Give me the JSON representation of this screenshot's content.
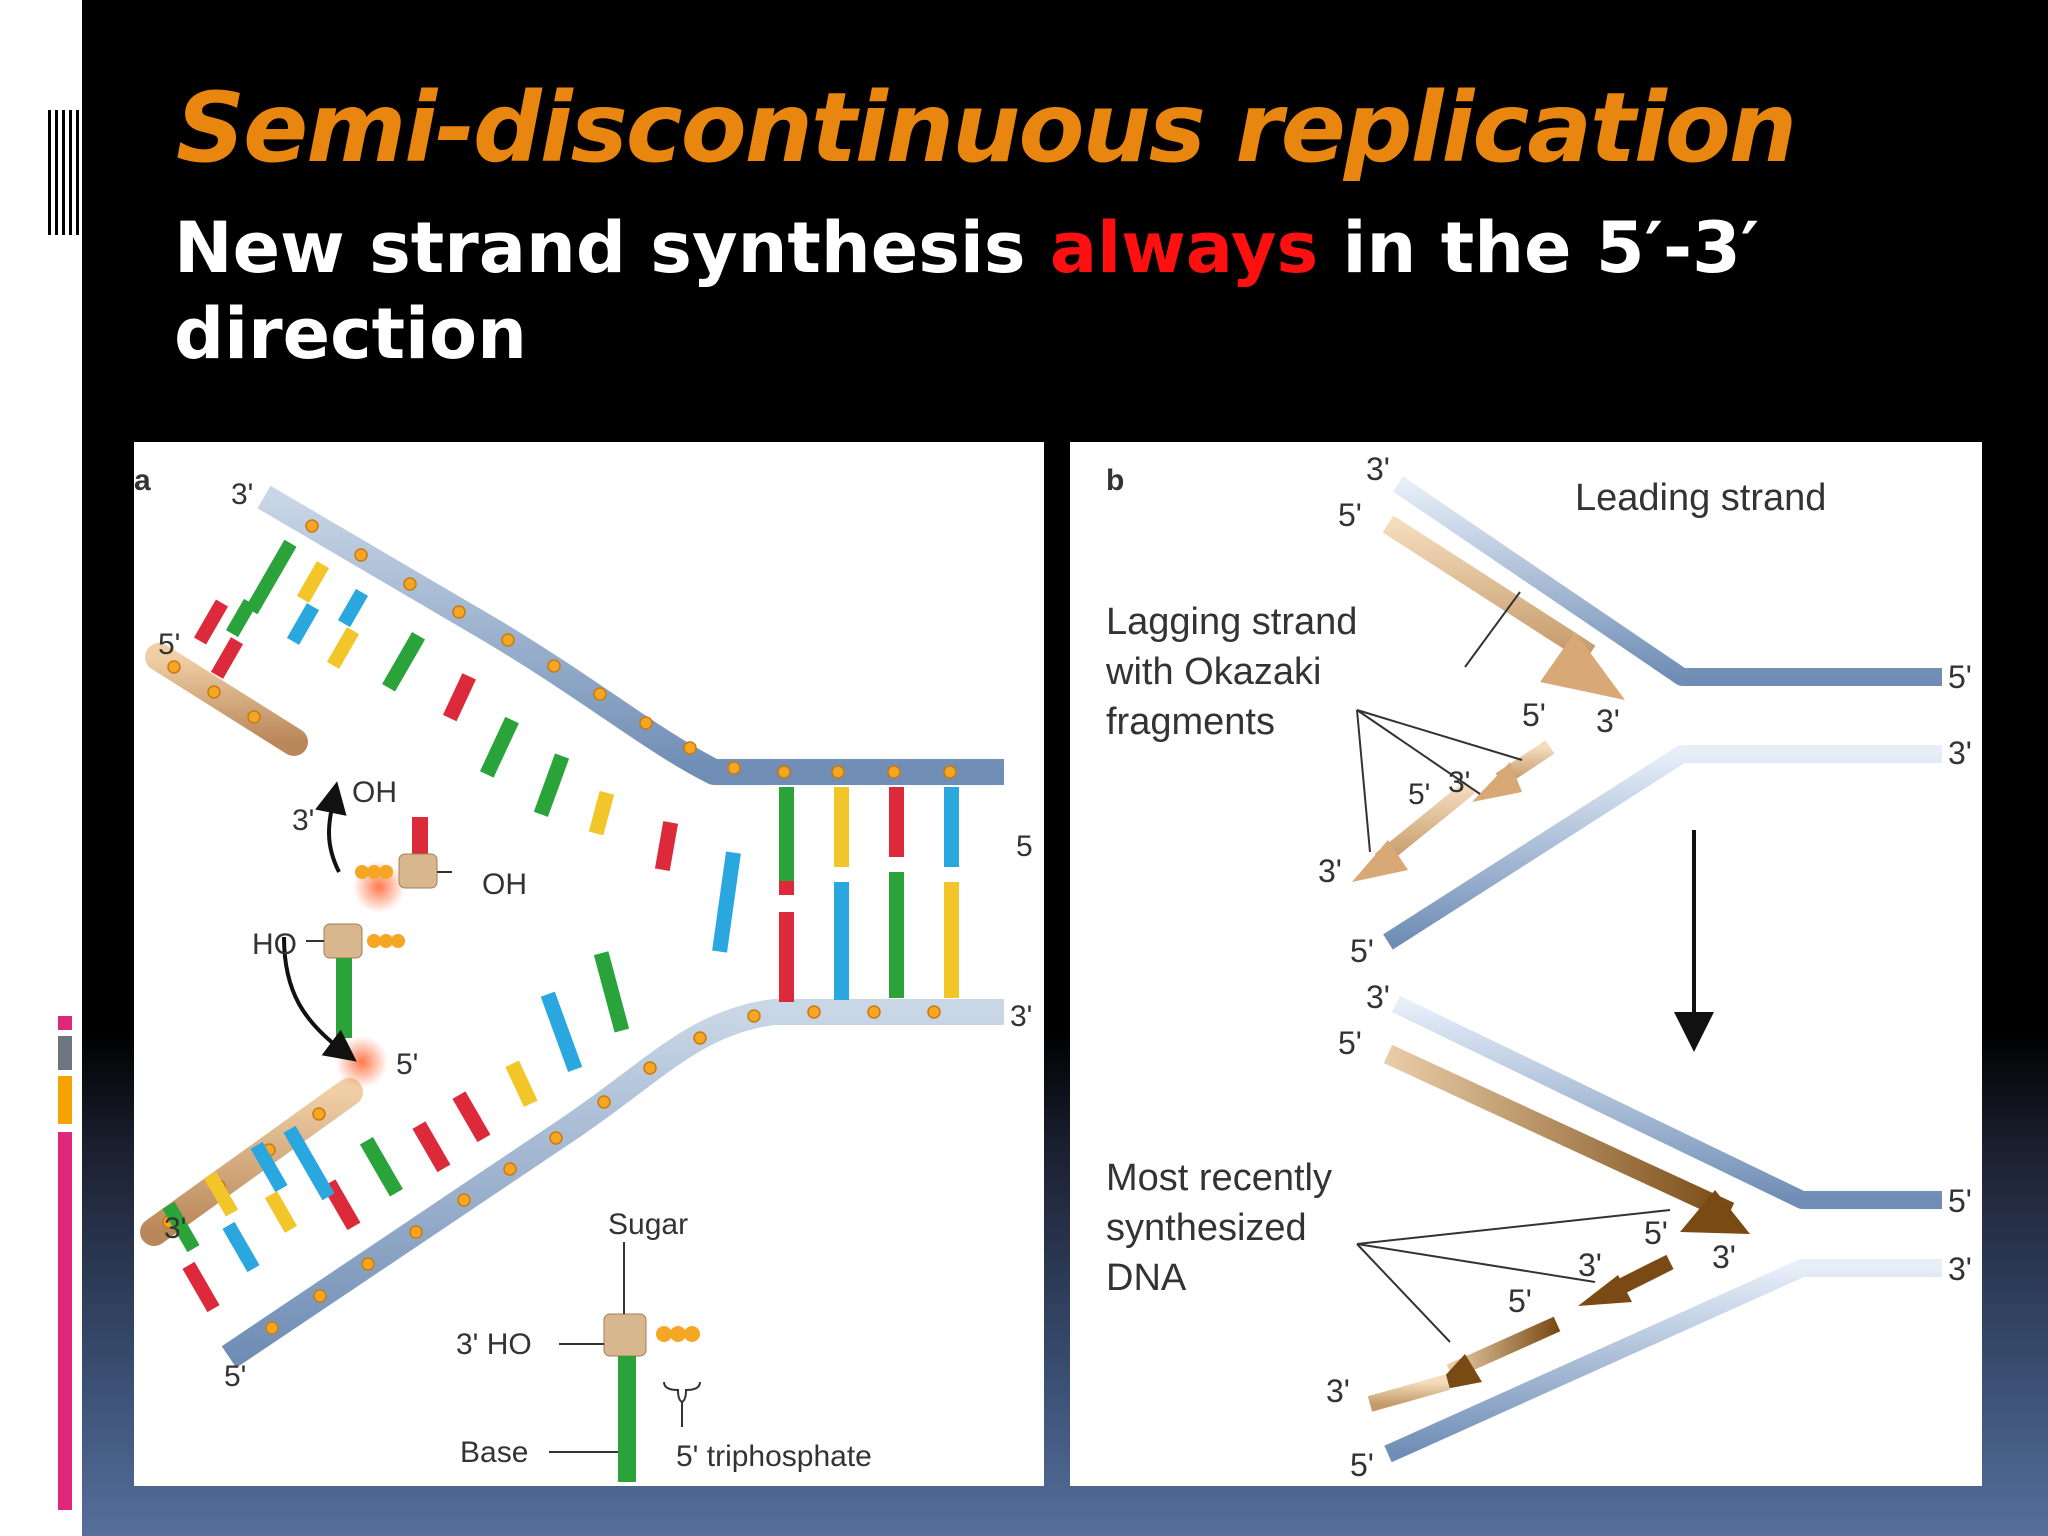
{
  "slide": {
    "title": "Semi-discontinuous replication",
    "subtitle_before": "New strand synthesis ",
    "subtitle_highlight": "always",
    "subtitle_after": " in the 5′-3′ direction"
  },
  "colors": {
    "title": "#e8860f",
    "highlight": "#ff1010",
    "text": "#ffffff",
    "background_top": "#000000",
    "background_bottom": "#566f9b",
    "template_strand": "#8fa8c8",
    "new_strand": "#d9a877",
    "base_green": "#2aa33a",
    "base_blue": "#2ba7e0",
    "base_red": "#dd2a3a",
    "base_yellow": "#f2c628",
    "phosphate": "#f5a623",
    "accent_magenta": "#e0287a",
    "accent_gray": "#6d7680",
    "accent_orange": "#f5a300"
  },
  "panel_a": {
    "label": "a",
    "labels": {
      "top_left_3": "3'",
      "top_left_5": "5'",
      "oh_3": "3'",
      "oh": "OH",
      "incoming_oh": "OH",
      "ho": "HO",
      "bottom_5_arrow": "5'",
      "bottom_left_3": "3'",
      "bottom_left_5": "5'",
      "right_top_5": "5",
      "right_bottom_3": "3'",
      "sugar": "Sugar",
      "ho_3": "3' HO",
      "base": "Base",
      "triphosphate": "5' triphosphate"
    }
  },
  "panel_b": {
    "label": "b",
    "leading_strand": "Leading strand",
    "lagging_lines": [
      "Lagging strand",
      "with Okazaki",
      "fragments"
    ],
    "recent_lines": [
      "Most recently",
      "synthesized",
      "DNA"
    ],
    "labels": {
      "t_3": "3'",
      "t_5": "5'",
      "t_right5": "5'",
      "t_right3": "3'",
      "t_lead3": "3'",
      "t_frag5a": "5'",
      "t_frag5b": "5'",
      "t_frag3b": "3'",
      "t_frag3c": "3'",
      "t_bot5": "5'",
      "b_3": "3'",
      "b_5": "5'",
      "b_right5": "5'",
      "b_right3": "3'",
      "b_lead5": "5'",
      "b_lead3": "3'",
      "b_frag3": "3'",
      "b_frag5": "5'",
      "b_frag3c": "3'",
      "b_bot5": "5'"
    }
  }
}
